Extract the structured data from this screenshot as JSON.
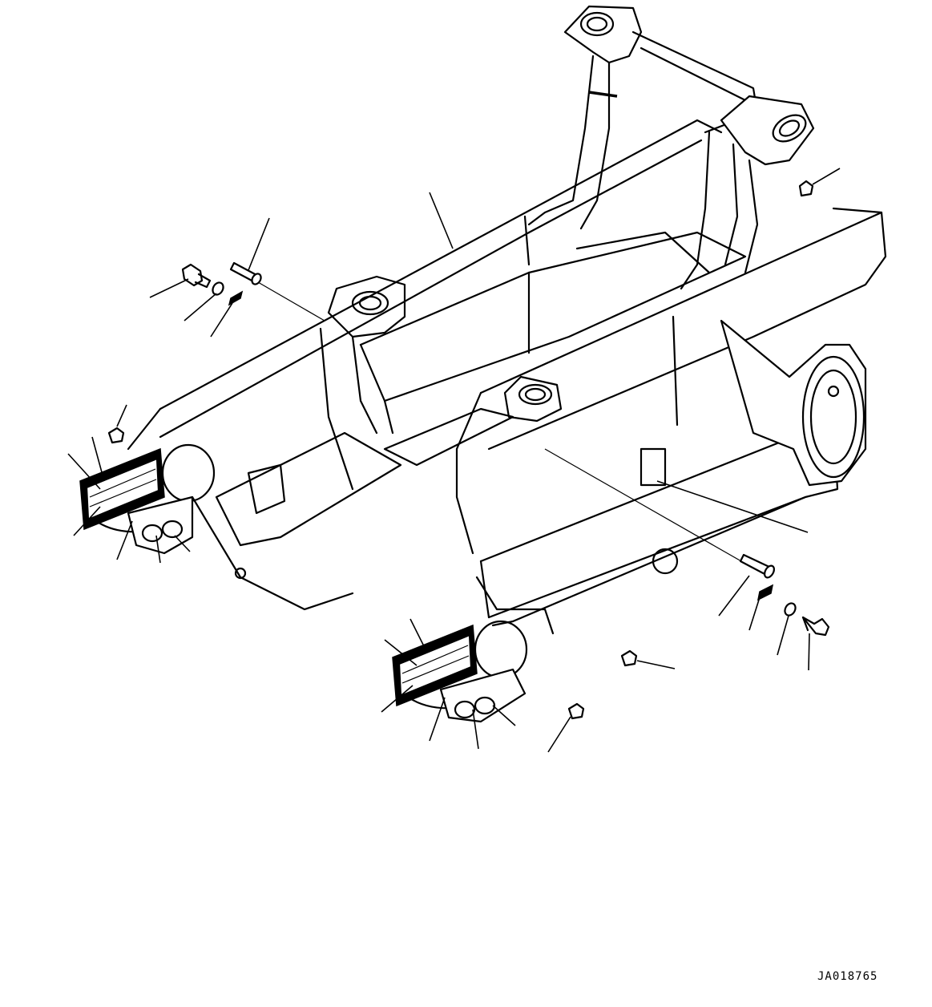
{
  "diagram": {
    "type": "exploded parts view",
    "subject": "main frame assembly (line drawing)",
    "drawing_number": "JA018765",
    "colors": {
      "line": "#000000",
      "background": "#ffffff"
    }
  }
}
